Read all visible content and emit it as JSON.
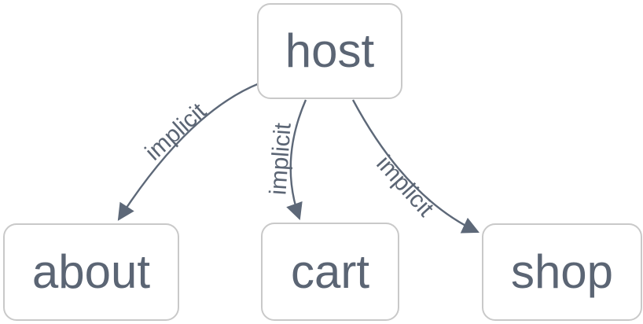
{
  "diagram": {
    "type": "flowchart",
    "direction": "top-down",
    "nodes": [
      {
        "id": "host",
        "label": "host"
      },
      {
        "id": "about",
        "label": "about"
      },
      {
        "id": "cart",
        "label": "cart"
      },
      {
        "id": "shop",
        "label": "shop"
      }
    ],
    "edges": [
      {
        "from": "host",
        "to": "about",
        "label": "implicit"
      },
      {
        "from": "host",
        "to": "cart",
        "label": "implicit"
      },
      {
        "from": "host",
        "to": "shop",
        "label": "implicit"
      }
    ],
    "colors": {
      "node_border": "#c9c9c9",
      "node_fill": "#ffffff",
      "text": "#5b6574",
      "edge": "#5d6878"
    }
  }
}
